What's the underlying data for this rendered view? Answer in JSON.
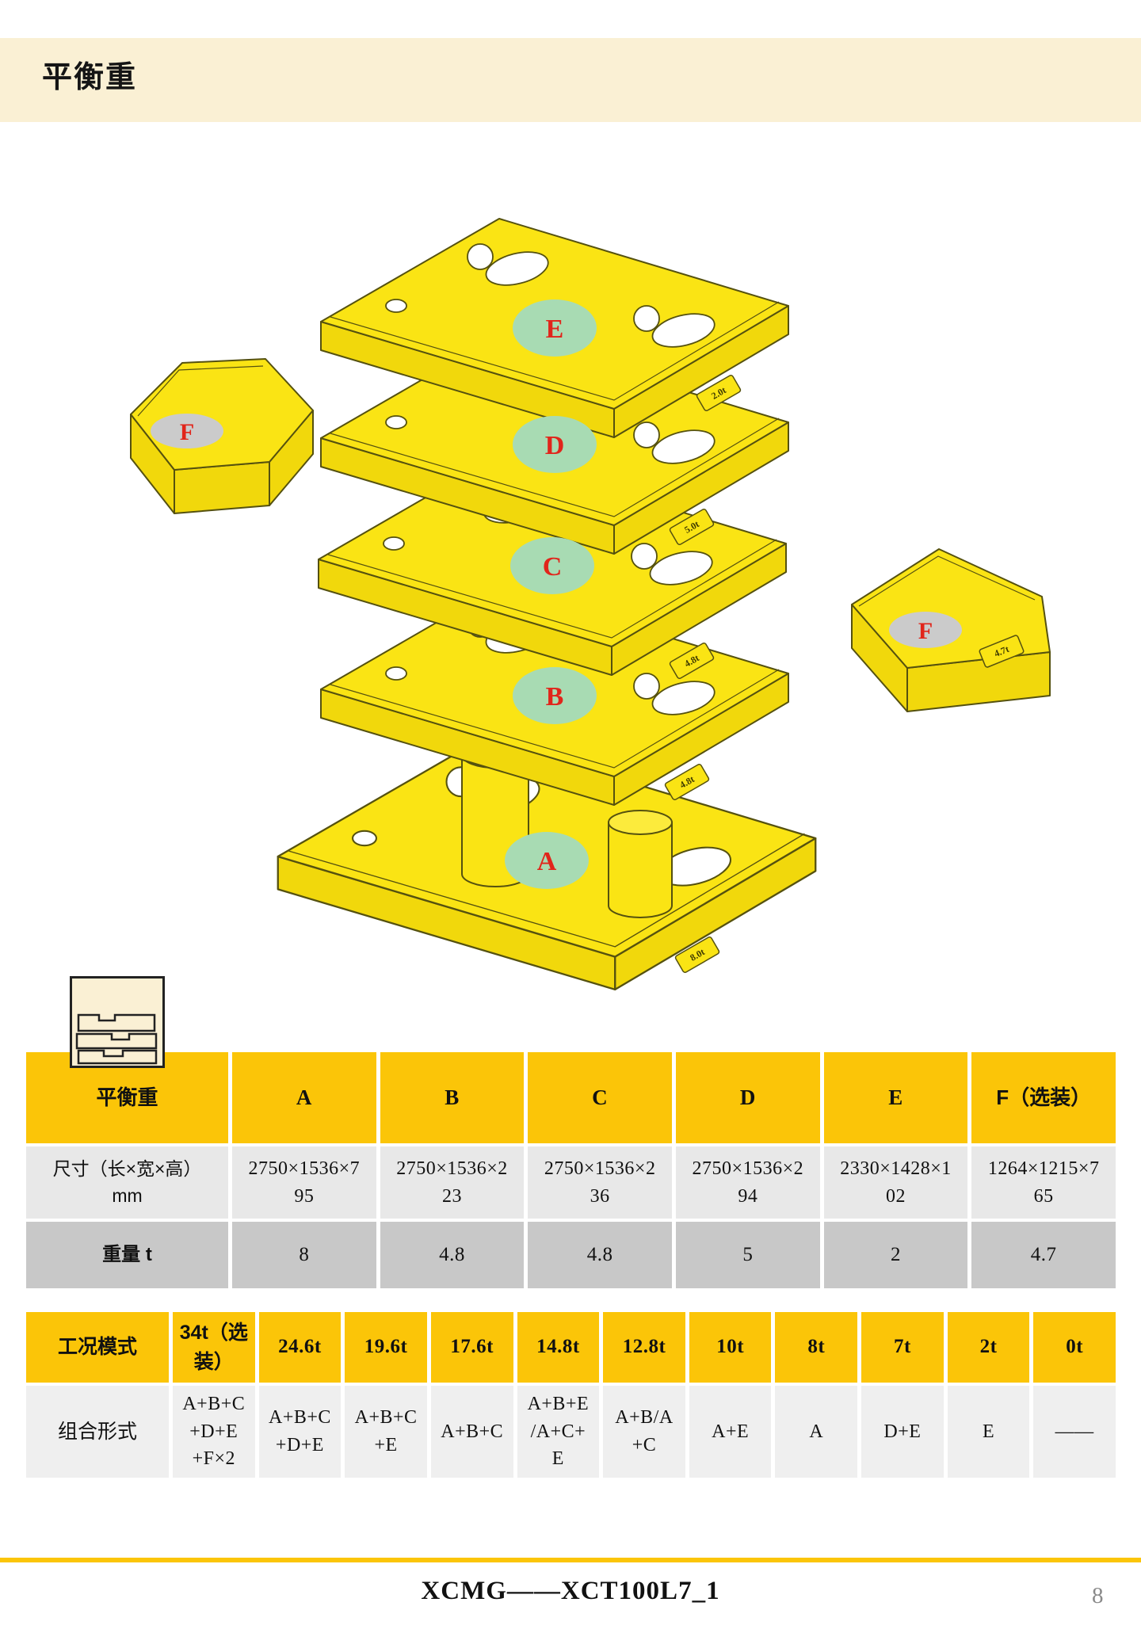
{
  "header": {
    "title": "平衡重"
  },
  "diagram": {
    "plates": [
      {
        "label": "E",
        "stamp": "2.0t"
      },
      {
        "label": "D",
        "stamp": "5.0t"
      },
      {
        "label": "C",
        "stamp": "4.8t"
      },
      {
        "label": "B",
        "stamp": "4.8t"
      },
      {
        "label": "A",
        "stamp": "8.0t"
      }
    ],
    "f_parts": [
      {
        "label": "F"
      },
      {
        "label": "F",
        "stamp": "4.7t"
      }
    ],
    "badge_green": "#A8DBB3",
    "badge_gray": "#CBCBCB",
    "letter_red": "#E1251B",
    "plate_yellow": "#FAE414"
  },
  "counterweight_table": {
    "header": [
      "平衡重",
      "A",
      "B",
      "C",
      "D",
      "E",
      "F（选装）"
    ],
    "dim_row": {
      "label": "尺寸（长×宽×高）\nmm",
      "values": [
        "2750×1536×7\n95",
        "2750×1536×2\n23",
        "2750×1536×2\n36",
        "2750×1536×2\n94",
        "2330×1428×1\n02",
        "1264×1215×7\n65"
      ]
    },
    "weight_row": {
      "label": "重量  t",
      "values": [
        "8",
        "4.8",
        "4.8",
        "5",
        "2",
        "4.7"
      ]
    }
  },
  "mode_table": {
    "header": [
      "工况模式",
      "34t（选\n装）",
      "24.6t",
      "19.6t",
      "17.6t",
      "14.8t",
      "12.8t",
      "10t",
      "8t",
      "7t",
      "2t",
      "0t"
    ],
    "comb_row": {
      "label": "组合形式",
      "values": [
        "A+B+C\n+D+E\n+F×2",
        "A+B+C\n+D+E",
        "A+B+C\n+E",
        "A+B+C",
        "A+B+E\n/A+C+\nE",
        "A+B/A\n+C",
        "A+E",
        "A",
        "D+E",
        "E",
        "——"
      ]
    }
  },
  "footer": {
    "doc_title": "XCMG——XCT100L7_1",
    "page_number": "8"
  },
  "colors": {
    "accent_gold": "#FBC508",
    "band_cream": "#FAF0D4",
    "gray_light": "#E8E8E8",
    "gray_mid": "#C8C8C8"
  }
}
